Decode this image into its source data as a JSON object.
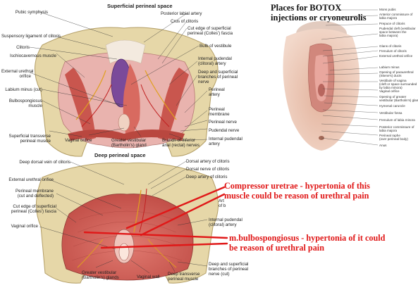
{
  "heading": {
    "line1": "Places for BOTOX",
    "line2": "injections or cryoneurolis"
  },
  "panel_top": {
    "title": "Superficial perineal space",
    "labels_left": [
      "Pubic symphysis",
      "Suspensory ligament of clitoris",
      "Clitoris",
      "Ischiocavernous muscle",
      "External urethral\norifice",
      "Labium minus (cut)",
      "Bulbospongiosus\nmuscle",
      "Superficial transverse\nperineal muscle"
    ],
    "labels_right": [
      "Posterior labial artery",
      "Crus of clitoris",
      "Cut edge of superficial\nperineal (Colles') fascia",
      "Bulb of vestibule",
      "Internal pudendal\n(clitoral) artery",
      "Deep and superficial\nbranches of perineal\nnerve",
      "Perineal\nartery",
      "Perineal\nmembrane",
      "Perineal nerve",
      "Pudendal nerve",
      "Internal pudendal\nartery"
    ],
    "labels_bottom": [
      "Vaginal orifice",
      "Greater vestibular\n(Bartholin's) gland",
      "Branch of inferior\nanal (rectal) nerves"
    ]
  },
  "panel_bottom": {
    "title": "Deep perineal space",
    "labels_left": [
      "Deep dorsal vein of clitoris",
      "External urethral orifice",
      "Perineal membrane\n(cut and deflected)",
      "Cut edge of superficial\nperineal (Colles') fascia",
      "Vaginal orifice"
    ],
    "labels_right": [
      "Dorsal artery of clitoris",
      "Dorsal nerve of clitoris",
      "Deep artery of clitoris",
      "Art\nof b",
      "Internal pudendal\n(clitoral) artery",
      "Deep and superficial\nbranches of perineal\nnerve (cut)"
    ],
    "labels_bottom": [
      "Greater vestibular\n(Bartholin's) glands",
      "Vaginal wall",
      "Deep transverse\nperineal muscle"
    ]
  },
  "right_photo": {
    "labels": [
      "Mons pubis",
      "Anterior commissure of\nlabia majora",
      "Prepuce of clitoris",
      "Pudendal cleft (vestibular\nspace between the\nlabia majora)",
      "Glans of clitoris",
      "Frenulum of clitoris",
      "External urethral orifice",
      "Labium minus",
      "Opening of paraurethral\n(Skene's) ducts",
      "Vestibule of vagina\n(cleft or space surrounded\nby labia minora)",
      "Vaginal orifice",
      "Opening of greater\nvestibular (Bartholin's) gland",
      "Hymenal caruncle",
      "Vestibular fossa",
      "Frenulum of labia minora",
      "Posterior commissure of\nlabia majora",
      "Perineal raphe\n(over perineal body)",
      "Anus"
    ]
  },
  "annotations": {
    "compressor": "Compressor uretrae - hypertonia of this\nmuscle could be reason of urethral pain",
    "bulbo": "m.bulbospongiosus - hypertonia of it could\nbe reason of urethral pain"
  },
  "colors": {
    "annotation_red": "#e01818",
    "bone": "#e6d7a8",
    "muscle": "#c8504a",
    "tissue": "#e8a4a0",
    "skin": "#e9c4b1"
  }
}
